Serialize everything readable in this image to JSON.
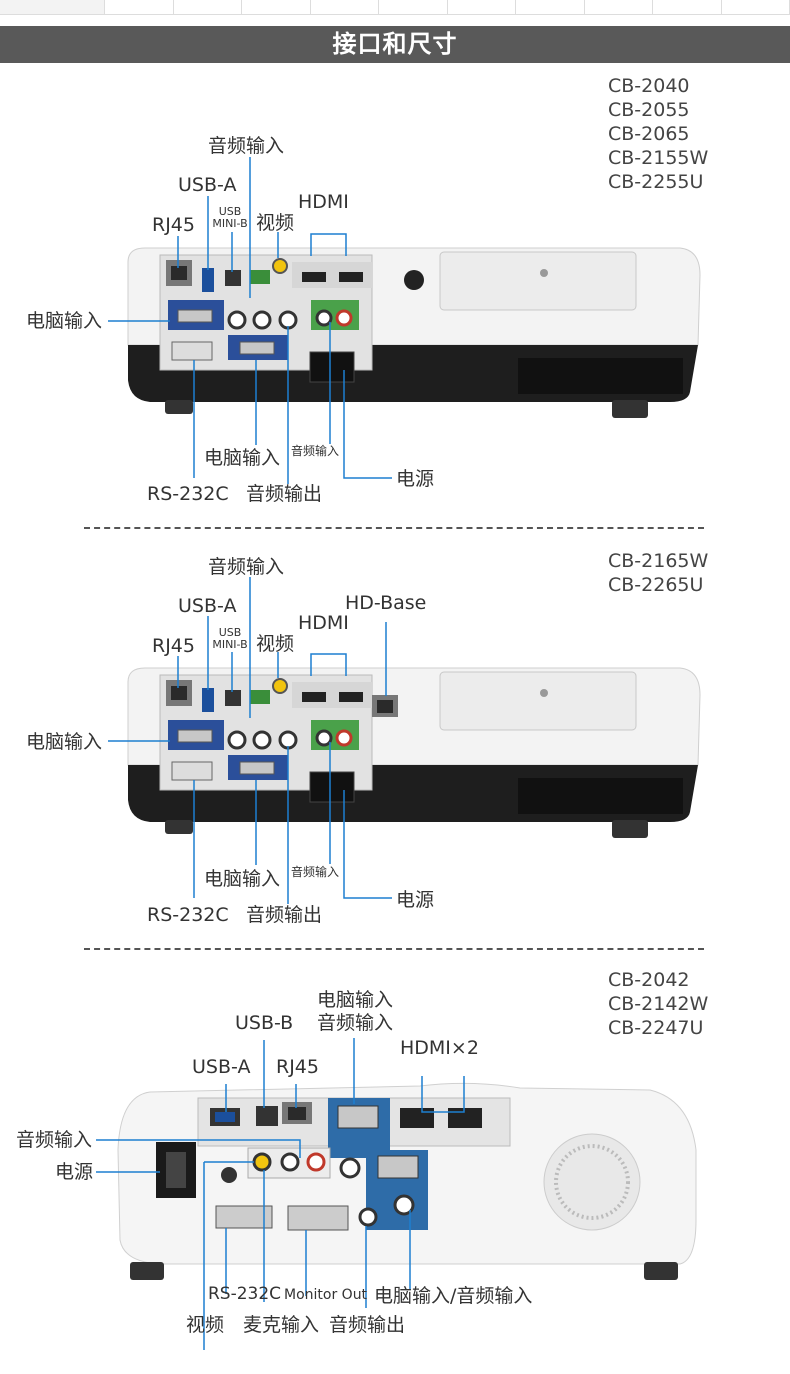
{
  "banner": {
    "title": "接口和尺寸"
  },
  "sections": [
    {
      "models": [
        "CB-2040",
        "CB-2055",
        "CB-2065",
        "CB-2155W",
        "CB-2255U"
      ],
      "labels": {
        "audio_in_top": "音频输入",
        "usb_a": "USB-A",
        "usb_mini_b": "USB\nMINI-B",
        "video": "视频",
        "hdmi": "HDMI",
        "rj45": "RJ45",
        "computer_in_left": "电脑输入",
        "computer_in_bottom": "电脑输入",
        "audio_in_small": "音频输入",
        "power": "电源",
        "rs232c": "RS-232C",
        "audio_out": "音频输出"
      }
    },
    {
      "models": [
        "CB-2165W",
        "CB-2265U"
      ],
      "labels": {
        "audio_in_top": "音频输入",
        "usb_a": "USB-A",
        "hdbase": "HD-Base",
        "usb_mini_b": "USB\nMINI-B",
        "video": "视频",
        "hdmi": "HDMI",
        "rj45": "RJ45",
        "computer_in_left": "电脑输入",
        "computer_in_bottom": "电脑输入",
        "audio_in_small": "音频输入",
        "power": "电源",
        "rs232c": "RS-232C",
        "audio_out": "音频输出"
      }
    },
    {
      "models": [
        "CB-2042",
        "CB-2142W",
        "CB-2247U"
      ],
      "labels": {
        "computer_in": "电脑输入",
        "audio_in_top": "音频输入",
        "usb_b": "USB-B",
        "hdmi_x2": "HDMI×2",
        "usb_a": "USB-A",
        "rj45": "RJ45",
        "audio_in_left": "音频输入",
        "power": "电源",
        "rs232c": "RS-232C",
        "monitor_out": "Monitor Out",
        "computer_audio_in": "电脑输入/音频输入",
        "video": "视频",
        "mic_in": "麦克输入",
        "audio_out": "音频输出"
      }
    }
  ]
}
